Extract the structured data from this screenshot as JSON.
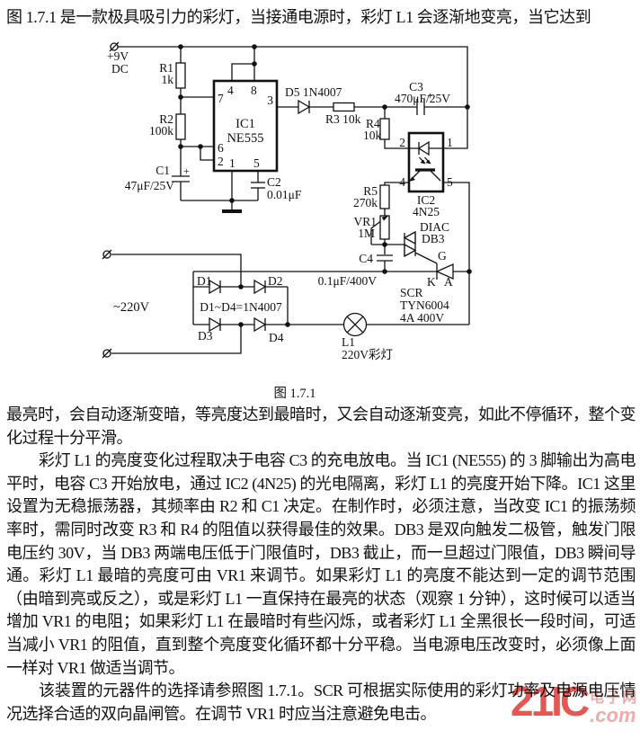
{
  "page": {
    "intro": "图 1.7.1 是一款极具吸引力的彩灯，当接通电源时，彩灯 L1 会逐渐地变亮，当它达到",
    "paragraphs": [
      "最亮时，会自动逐渐变暗，等亮度达到最暗时，又会自动逐渐变亮，如此不停循环，整个变化过程十分平滑。",
      "彩灯 L1 的亮度变化过程取决于电容 C3 的充电放电。当 IC1 (NE555) 的 3 脚输出为高电平时，电容 C3 开始放电，通过 IC2 (4N25) 的光电隔离，彩灯 L1 的亮度开始下降。IC1 这里设置为无稳振荡器，其频率由 R2 和 C1 决定。在制作时，必须注意，当改变 IC1 的振荡频率时，需同时改变 R3 和 R4 的阻值以获得最佳的效果。DB3 是双向触发二极管，触发门限电压约 30V，当 DB3 两端电压低于门限值时，DB3 截止，而一旦超过门限值，DB3 瞬间导通。彩灯 L1 最暗的亮度可由 VR1 来调节。如果彩灯 L1 的亮度不能达到一定的调节范围（由暗到亮或反之），或是彩灯 L1 一直保持在最亮的状态（观察 1 分钟），这时候可以适当增加 VR1 的电阻；如果彩灯 L1 在最暗时有些闪烁，或者彩灯 L1 全黑很长一段时间，可适当减小 VR1 的阻值，直到整个亮度变化循环都十分平稳。当电源电压改变时，必须像上面一样对 VR1 做适当调节。",
      "该装置的元器件的选择请参照图 1.7.1。SCR 可根据实际使用的彩灯功率及电源电压情况选择合适的双向晶闸管。在调节 VR1 时应当注意避免电击。"
    ],
    "caption": "图 1.7.1"
  },
  "circuit": {
    "pwr1": "+9V",
    "pwr2": "DC",
    "r1": "R1",
    "r1v": "1k",
    "r2": "R2",
    "r2v": "100k",
    "c1": "C1",
    "c1v": "47μF/25V",
    "c1plus": "+",
    "ic1": "IC1",
    "ic1part": "NE555",
    "pin4": "4",
    "pin8": "8",
    "pin7": "7",
    "pin6": "6",
    "pin2": "2",
    "pin1": "1",
    "pin5": "5",
    "pin3": "3",
    "c2": "C2",
    "c2v": "0.01μF",
    "d5": "D5 1N4007",
    "r3": "R3 10k",
    "r4": "R4",
    "r4v": "10k",
    "c3": "C3",
    "c3v": "470μF/25V",
    "c3plus": "+",
    "ic2pin2": "2",
    "ic2pin1": "1",
    "ic2pin4": "4",
    "ic2pin5": "5",
    "ic2": "IC2",
    "ic2part": "4N25",
    "r5": "R5",
    "r5v": "270k",
    "vr1": "VR1",
    "vr1v": "1M",
    "diac": "DIAC",
    "diacpart": "DB3",
    "c4": "C4",
    "c4v": "0.1μF/400V",
    "g": "G",
    "k": "K",
    "a": "A",
    "scr": "SCR",
    "scrpart": "TYN6004",
    "scrrating": "4A 400V",
    "ac": "~220V",
    "d1": "D1",
    "d2": "D2",
    "d3": "D3",
    "d4": "D4",
    "bridge": "D1~D4=1N4007",
    "l1": "L1",
    "l1v": "220V彩灯"
  },
  "watermark": {
    "main": "21IC",
    "cn": "电子网",
    "com": ".com"
  }
}
